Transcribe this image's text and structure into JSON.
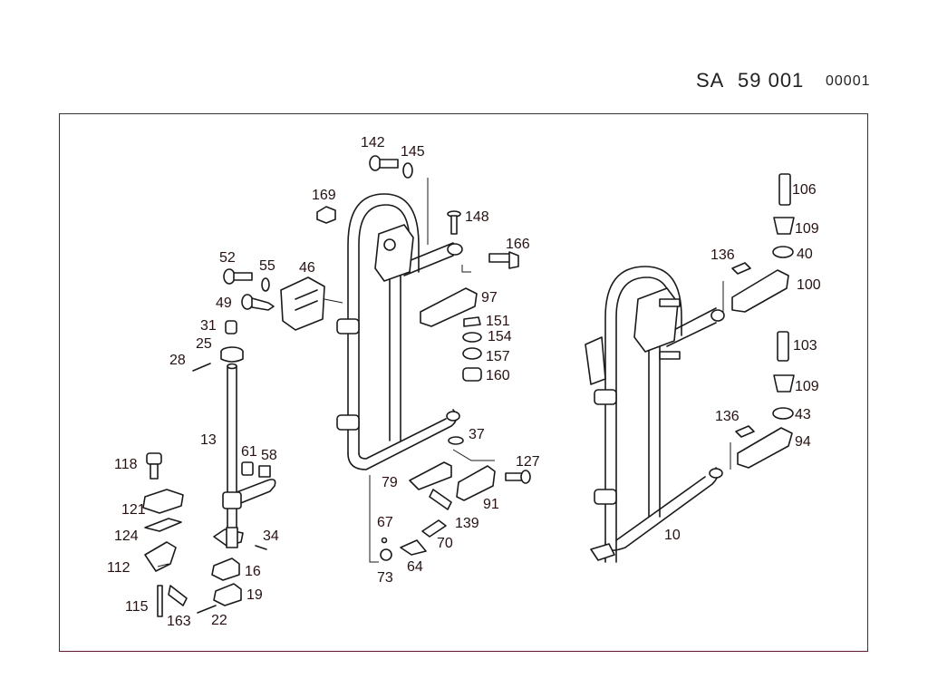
{
  "header": {
    "doc_code": "SA",
    "doc_number": "59 001",
    "page_ref": "00001"
  },
  "labels": [
    "142",
    "145",
    "169",
    "148",
    "166",
    "97",
    "151",
    "154",
    "157",
    "160",
    "52",
    "55",
    "46",
    "49",
    "31",
    "25",
    "28",
    "13",
    "61",
    "58",
    "118",
    "121",
    "124",
    "112",
    "115",
    "163",
    "34",
    "16",
    "19",
    "22",
    "37",
    "127",
    "79",
    "91",
    "67",
    "139",
    "70",
    "73",
    "64",
    "136",
    "106",
    "109",
    "40",
    "100",
    "103",
    "109",
    "43",
    "94",
    "136",
    "10"
  ]
}
